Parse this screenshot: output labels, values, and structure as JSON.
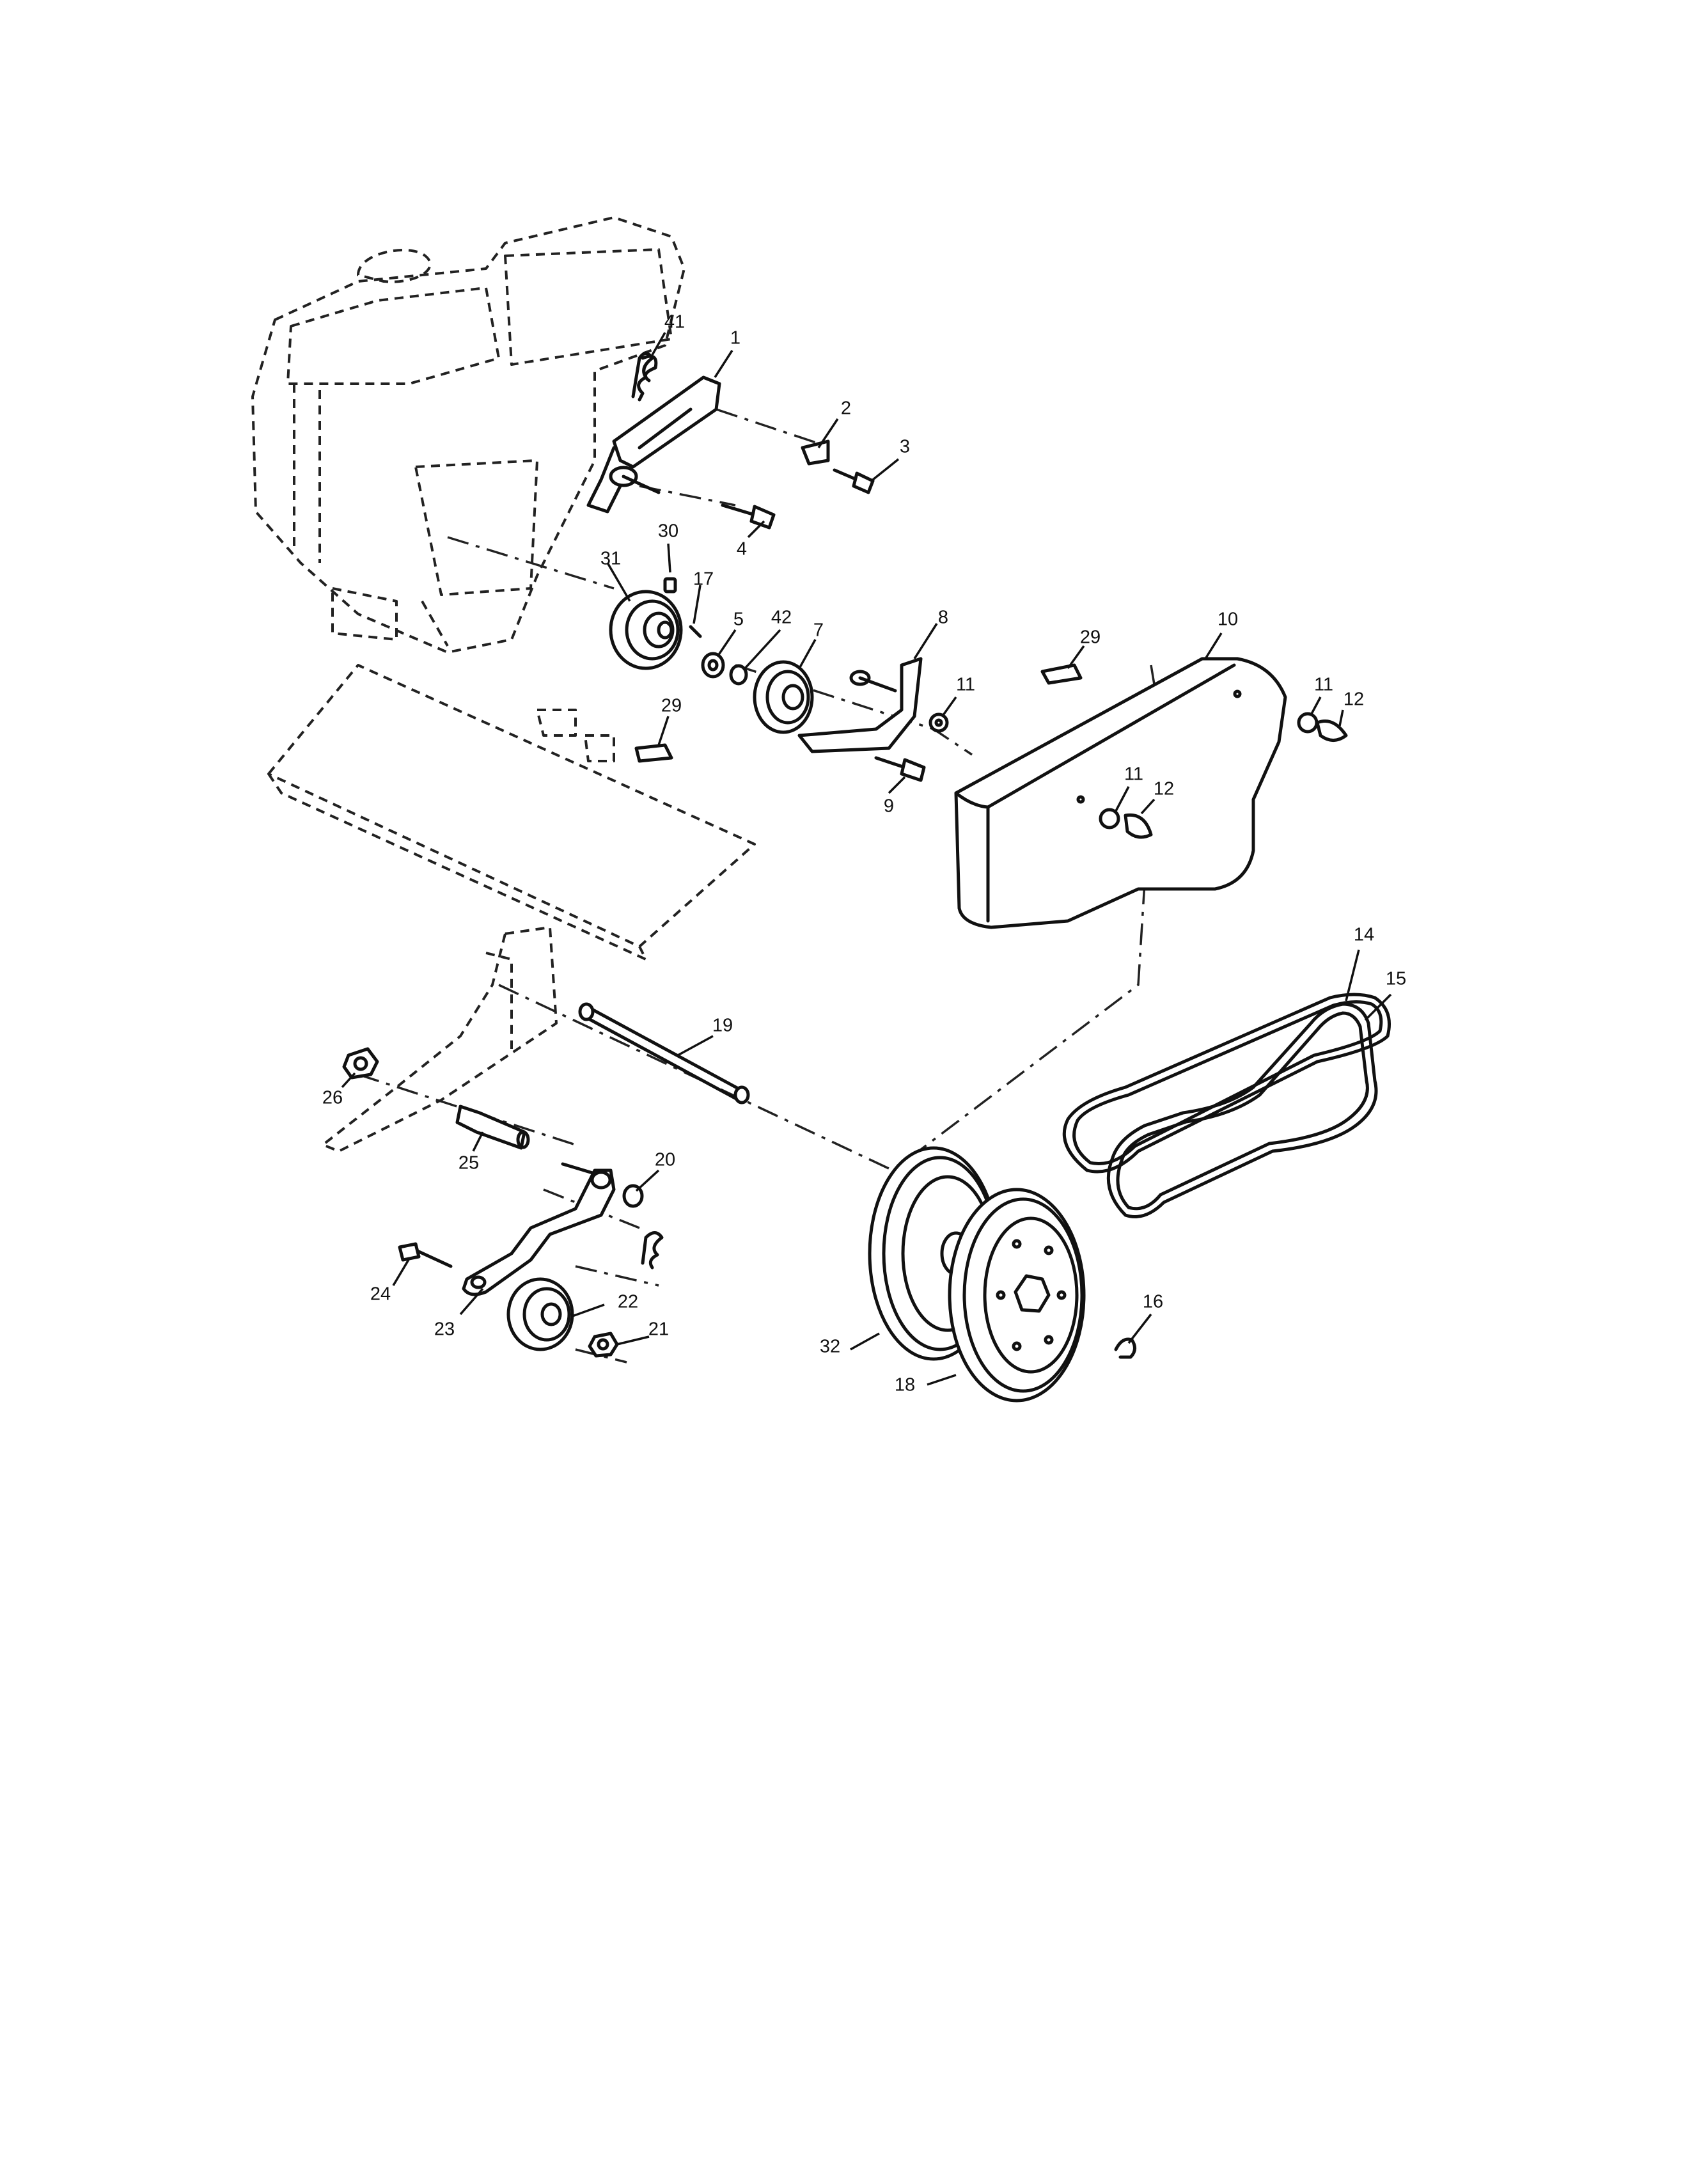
{
  "callouts": {
    "c1": "1",
    "c2": "2",
    "c3": "3",
    "c4": "4",
    "c5": "5",
    "c7": "7",
    "c8": "8",
    "c9": "9",
    "c10": "10",
    "c11a": "11",
    "c11b": "11",
    "c11c": "11",
    "c12a": "12",
    "c12b": "12",
    "c14": "14",
    "c15": "15",
    "c16": "16",
    "c17": "17",
    "c18": "18",
    "c19": "19",
    "c20": "20",
    "c21": "21",
    "c22": "22",
    "c23": "23",
    "c24": "24",
    "c25": "25",
    "c26": "26",
    "c29a": "29",
    "c29b": "29",
    "c30": "30",
    "c31": "31",
    "c32": "32",
    "c41": "41",
    "c42": "42"
  },
  "colors": {
    "line": "#111111",
    "background": "#ffffff"
  }
}
